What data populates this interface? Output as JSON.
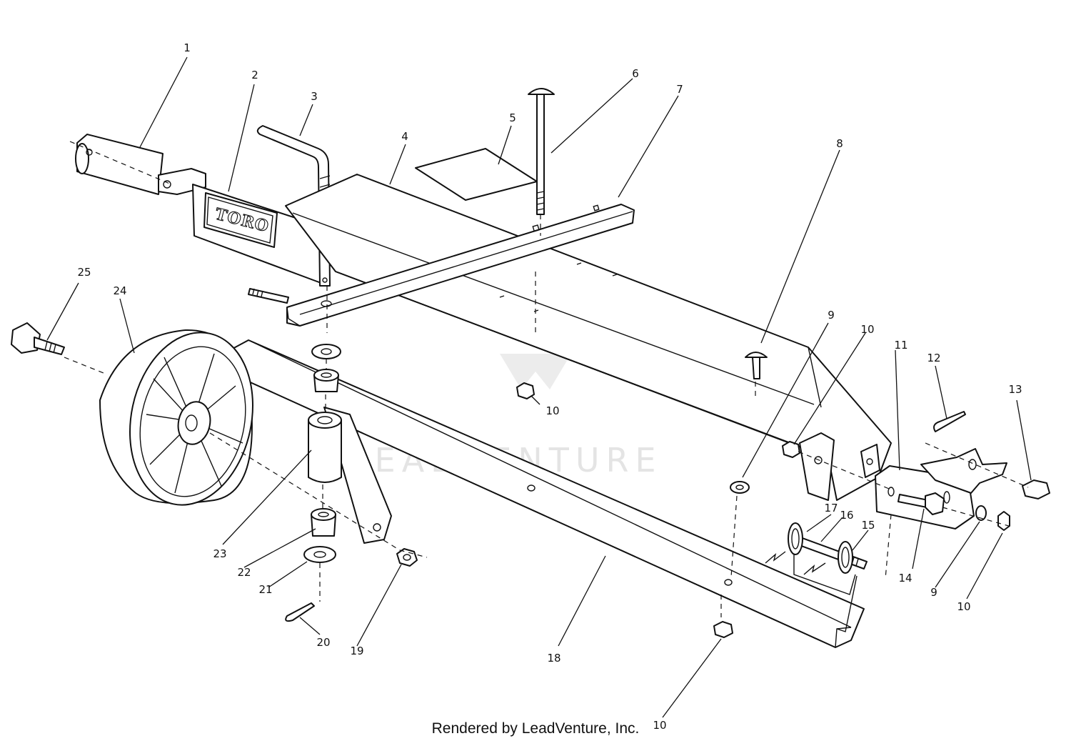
{
  "diagram": {
    "brand_logo": "TORO",
    "watermark": "LEADVENTURE",
    "callouts": {
      "c1": "1",
      "c2": "2",
      "c3": "3",
      "c4": "4",
      "c5": "5",
      "c6": "6",
      "c7": "7",
      "c8": "8",
      "c9a": "9",
      "c9b": "9",
      "c10a": "10",
      "c10b": "10",
      "c10c": "10",
      "c10d": "10",
      "c11": "11",
      "c12": "12",
      "c13": "13",
      "c14": "14",
      "c15": "15",
      "c16": "16",
      "c17": "17",
      "c18": "18",
      "c19": "19",
      "c20": "20",
      "c21": "21",
      "c22": "22",
      "c23": "23",
      "c24": "24",
      "c25": "25"
    }
  },
  "footer": {
    "credit": "Rendered by LeadVenture, Inc."
  }
}
